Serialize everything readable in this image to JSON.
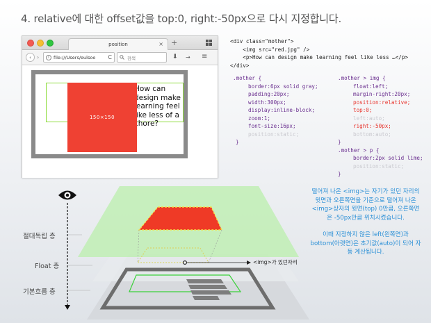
{
  "title": "4. relative에 대한 offset값을 top:0, right:-50px으로 다시 지정합니다.",
  "browser": {
    "tab_title": "position",
    "tab_close": "×",
    "new_tab": "+",
    "url": "file:///Users/eulsoo",
    "search_placeholder": "검색",
    "reload_glyph": "C",
    "download_glyph": "⬇",
    "forward_glyph": "›",
    "back_glyph": "‹",
    "fwd_glyph": "→",
    "menu_glyph": "≡",
    "p_text": "How can design make learning feel like less of a chore?",
    "img_label": "150×150"
  },
  "html_code": {
    "line1": "<div class=\"mother\">",
    "line2": "    <img src=\"red.jpg\" />",
    "line3": "    <p>How can design make learning feel like less …</p>",
    "line4": "</div>"
  },
  "css_mother": {
    "selector": ".mother {",
    "props": [
      "border:6px solid gray;",
      "padding:20px;",
      "width:300px;",
      "display:inline-block;",
      "zoom:1;",
      "font-size:16px;"
    ],
    "dim": "position:static;",
    "close": "}"
  },
  "css_img": {
    "selector": ".mother > img {",
    "props": [
      "float:left;",
      "margin-right:20px;"
    ],
    "hi1": "position:relative;",
    "hi2": "top:0;",
    "dim1": "left:auto;",
    "hi3": "right:-50px;",
    "dim2": "bottom:auto;",
    "close": "}"
  },
  "css_p": {
    "selector": ".mother > p {",
    "props": [
      "border:2px solid lime;"
    ],
    "dim": "position:static;",
    "close": "}"
  },
  "diagram": {
    "labels": {
      "absolute_layer": "절대독립 층",
      "float_layer": "Float 층",
      "normal_flow_layer": "기본흐름 층",
      "img_origin": "<img>가 있던자리"
    }
  },
  "description": {
    "para1": "떨어져 나온 <img>는 자기가 있던 자리의 윗면과 오른쪽면을 기준으로 떨어져 나온<img>상자의 윗면(top) 0만큼, 오른쪽면은 -50px만큼 위치시켰습니다.",
    "para2": "이때 지정하지 않은 left(왼쪽면)과 bottom(아랫면)은 초기값(auto)이 되어 자동 계산됩니다."
  },
  "colors": {
    "red": "#ef4133",
    "lime": "#8ddc3a",
    "purple": "#6a2f8f",
    "highlight": "#e8352e",
    "blue_text": "#2a8fd6"
  }
}
